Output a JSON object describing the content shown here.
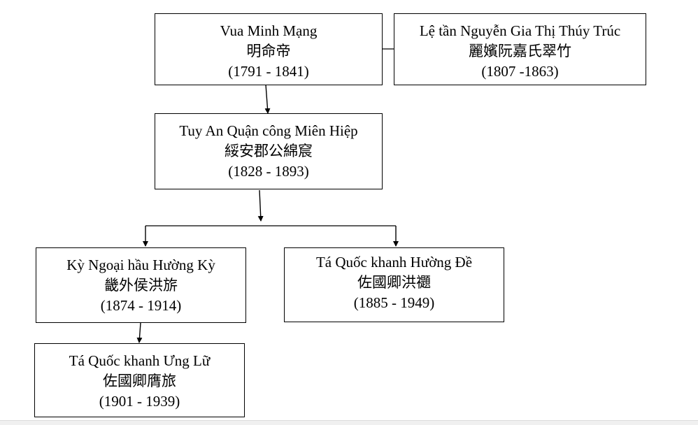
{
  "nodes": [
    {
      "id": "minh-mang",
      "name": "Vua Minh Mạng",
      "han": "明命帝",
      "years": "(1791 - 1841)"
    },
    {
      "id": "thuy-truc",
      "name": "Lệ tần Nguyễn Gia Thị Thúy Trúc",
      "han": "麗嬪阮嘉氏翠竹",
      "years": "(1807 -1863)"
    },
    {
      "id": "mien-hiep",
      "name": "Tuy An Quận công Miên Hiệp",
      "han": "綏安郡公綿䆣",
      "years": "(1828 - 1893)"
    },
    {
      "id": "huong-ky",
      "name": "Kỳ Ngoại hầu Hường Kỳ",
      "han": "畿外侯洪旂",
      "years": "(1874 - 1914)"
    },
    {
      "id": "huong-de",
      "name": "Tá Quốc khanh Hường Đề",
      "han": "佐國卿洪禵",
      "years": "(1885 - 1949)"
    },
    {
      "id": "ung-lu",
      "name": "Tá Quốc khanh Ưng Lữ",
      "han": "佐國卿膺旅",
      "years": "(1901 - 1939)"
    }
  ]
}
